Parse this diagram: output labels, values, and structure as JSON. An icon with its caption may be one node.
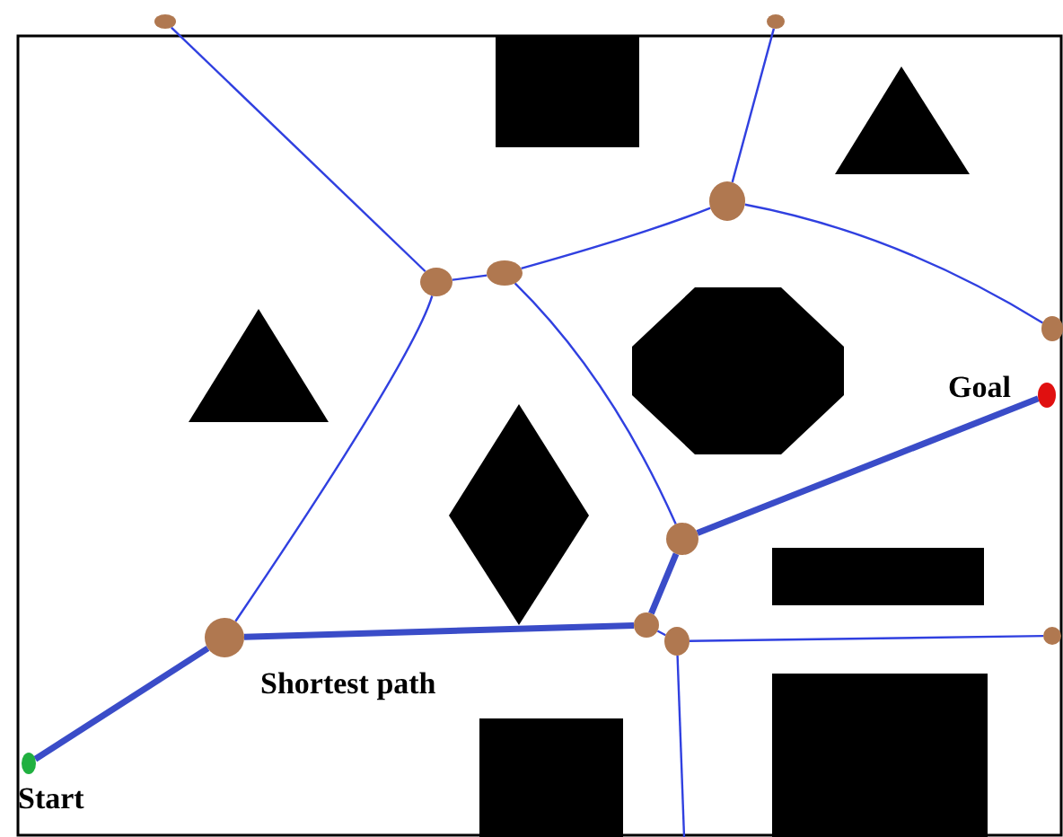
{
  "diagram": {
    "nodes": [
      {
        "text": [],
        "shape": "circle"
      },
      {
        "text": [],
        "shape": "circle"
      },
      {
        "text": [],
        "shape": "circle"
      },
      {
        "text": [],
        "shape": "circle"
      },
      {
        "text": [],
        "shape": "circle"
      },
      {
        "text": [],
        "shape": "circle"
      },
      {
        "text": [],
        "shape": "circle",
        "beside": [
          "Goal"
        ]
      },
      {
        "text": [],
        "shape": "circle"
      },
      {
        "text": [],
        "shape": "circle"
      },
      {
        "text": [],
        "shape": "circle"
      },
      {
        "text": [],
        "shape": "circle"
      },
      {
        "text": [],
        "shape": "circle"
      },
      {
        "text": [],
        "shape": "circle",
        "beside": [
          "Start"
        ]
      }
    ],
    "edges": [
      {
        "from": 0,
        "to": 3,
        "arrow": "none"
      },
      {
        "from": 1,
        "to": 2,
        "arrow": "none"
      },
      {
        "from": 2,
        "to": 4,
        "arrow": "none"
      },
      {
        "from": 2,
        "to": 5,
        "arrow": "none"
      },
      {
        "from": 3,
        "to": 4,
        "arrow": "none"
      },
      {
        "from": 3,
        "to": 8,
        "arrow": "none"
      },
      {
        "from": 4,
        "to": 7,
        "arrow": "none"
      },
      {
        "from": 7,
        "to": 6,
        "arrow": "none",
        "style": "thick"
      },
      {
        "from": 7,
        "to": 9,
        "arrow": "none",
        "style": "thick"
      },
      {
        "from": 9,
        "to": 8,
        "arrow": "none",
        "style": "thick"
      },
      {
        "from": 8,
        "to": 12,
        "arrow": "none",
        "style": "thick"
      },
      {
        "from": 9,
        "to": 10,
        "arrow": "none"
      },
      {
        "from": 10,
        "to": 11,
        "arrow": "none"
      },
      {
        "from": 10,
        "to": null,
        "arrow": "none"
      }
    ],
    "labels": [
      "Shortest path"
    ]
  }
}
